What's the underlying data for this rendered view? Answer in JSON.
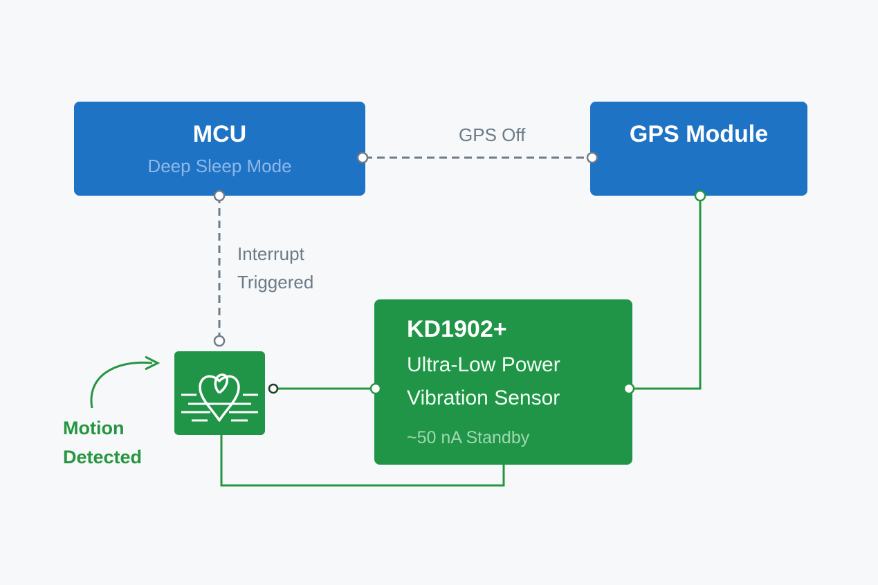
{
  "mcu": {
    "title": "MCU",
    "subtitle": "Deep Sleep Mode"
  },
  "gps": {
    "title": "GPS Module"
  },
  "sensor": {
    "title": "KD1902+",
    "line1": "Ultra-Low Power",
    "line2": "Vibration Sensor",
    "standby": "~50 nA Standby"
  },
  "links": {
    "gps_off": "GPS Off",
    "interrupt_line1": "Interrupt",
    "interrupt_line2": "Triggered"
  },
  "motion": {
    "line1": "Motion",
    "line2": "Detected"
  },
  "colors": {
    "blue": "#1e73c4",
    "green": "#219547",
    "dashed_gray": "#6e7b88",
    "motion_green": "#26953f"
  },
  "icons": {
    "detector": "heart-vibration-icon",
    "motion": "curved-arrow-icon"
  }
}
